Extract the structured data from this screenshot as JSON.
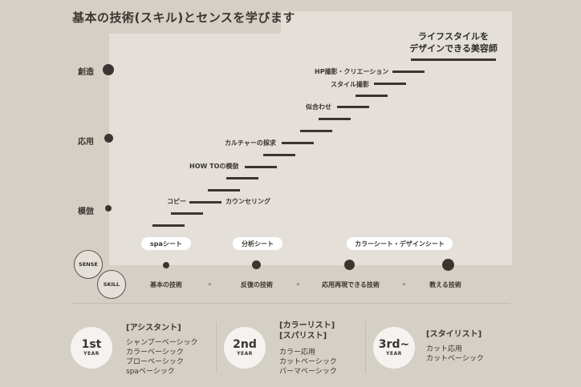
{
  "title": "基本の技術(スキル)とセンスを学びます",
  "levels": [
    {
      "label": "創造"
    },
    {
      "label": "応用"
    },
    {
      "label": "模倣"
    }
  ],
  "goal": {
    "line1": "ライフスタイルを",
    "line2": "デザインできる美容師"
  },
  "step_labels": {
    "copy": "コピー",
    "counseling": "カウンセリング",
    "howto": "HOW TOの模倣",
    "culture": "カルチャーの探求",
    "niai": "似合わせ",
    "style": "スタイル撮影",
    "hp": "HP撮影・クリエーション"
  },
  "sense": {
    "tag": "SENSE",
    "pills": [
      "spaシート",
      "分析シート",
      "カラーシート・デザインシート"
    ]
  },
  "skill": {
    "tag": "SKILL",
    "stages": [
      "基本の技術",
      "反復の技術",
      "応用再現できる技術",
      "教える技術"
    ],
    "chevron": "»"
  },
  "years": [
    {
      "num": "1st",
      "label": "YEAR",
      "roles": [
        "[アシスタント]"
      ],
      "items": [
        "シャンプーベーシック",
        "カラーベーシック",
        "ブローベーシック",
        "spaベーシック"
      ]
    },
    {
      "num": "2nd",
      "label": "YEAR",
      "roles": [
        "[カラーリスト]",
        "[スパリスト]"
      ],
      "items": [
        "カラー応用",
        "カットベーシック",
        "パーマベーシック"
      ]
    },
    {
      "num": "3rd~",
      "label": "YEAR",
      "roles": [
        "[スタイリスト]"
      ],
      "items": [
        "カット応用",
        "カットベーシック"
      ]
    }
  ]
}
